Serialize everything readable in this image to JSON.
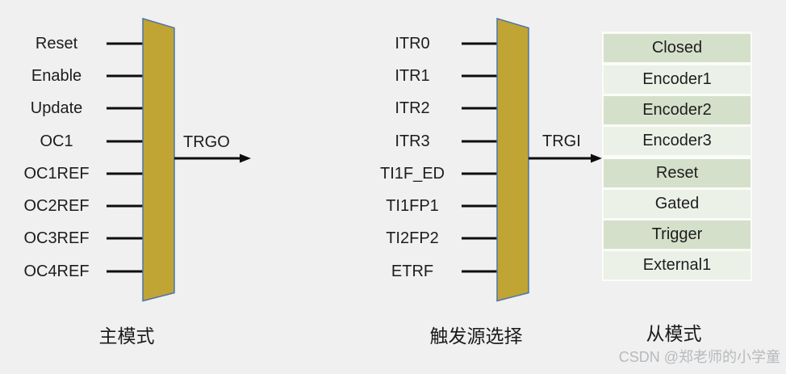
{
  "master": {
    "signals": [
      "Reset",
      "Enable",
      "Update",
      "OC1",
      "OC1REF",
      "OC2REF",
      "OC3REF",
      "OC4REF"
    ],
    "output_label": "TRGO",
    "caption": "主模式"
  },
  "trigger": {
    "signals": [
      "ITR0",
      "ITR1",
      "ITR2",
      "ITR3",
      "TI1F_ED",
      "TI1FP1",
      "TI2FP2",
      "ETRF"
    ],
    "output_label": "TRGI",
    "caption": "触发源选择"
  },
  "slave": {
    "modes": [
      "Closed",
      "Encoder1",
      "Encoder2",
      "Encoder3",
      "Reset",
      "Gated",
      "Trigger",
      "External1"
    ],
    "caption": "从模式"
  },
  "watermark": "CSDN @郑老师的小学童",
  "colors": {
    "bg": "#f0f0f0",
    "mux_fill": "#c0a434",
    "mux_border": "#4f74a8",
    "row_dark": "#d5e0cb",
    "row_light": "#ecf1e8",
    "row_gap": "#fbfbf7",
    "text": "#1c1c1c",
    "watermark": "#b7babd",
    "line": "#0d0d0d"
  }
}
